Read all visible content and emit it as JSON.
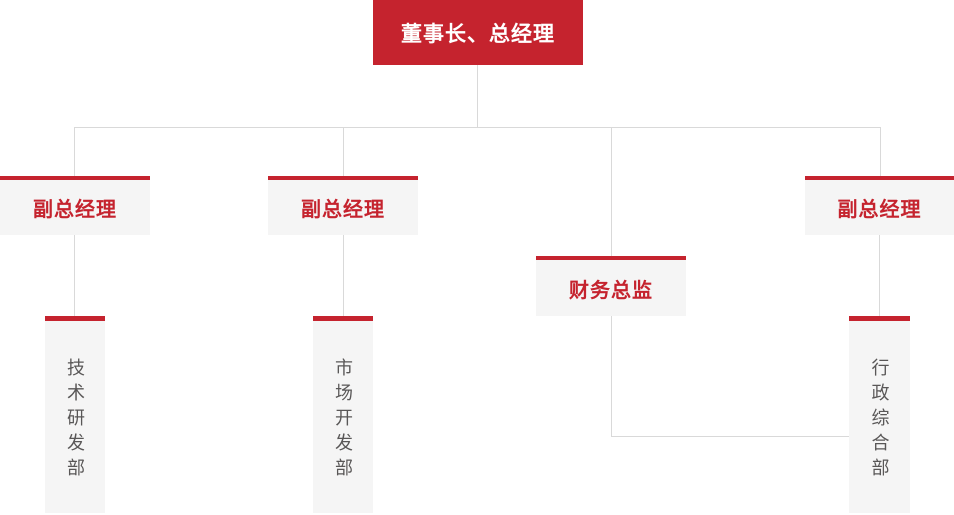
{
  "chart": {
    "type": "org-chart",
    "title_hint": "company organization structure"
  },
  "nodes": {
    "root": {
      "label": "董事长、总经理"
    },
    "vp_left": {
      "label": "副总经理"
    },
    "vp_mid": {
      "label": "副总经理"
    },
    "cfo": {
      "label": "财务总监"
    },
    "vp_right": {
      "label": "副总经理"
    },
    "dept_tech": {
      "label": "技术研发部"
    },
    "dept_market": {
      "label": "市场开发部"
    },
    "dept_admin": {
      "label": "行政综合部"
    }
  },
  "edges": [
    {
      "from": "root",
      "to": "vp_left"
    },
    {
      "from": "root",
      "to": "vp_mid"
    },
    {
      "from": "root",
      "to": "cfo"
    },
    {
      "from": "root",
      "to": "vp_right"
    },
    {
      "from": "vp_left",
      "to": "dept_tech"
    },
    {
      "from": "vp_mid",
      "to": "dept_market"
    },
    {
      "from": "vp_right",
      "to": "dept_admin"
    },
    {
      "from": "cfo",
      "to": "dept_admin"
    }
  ],
  "colors": {
    "accent_red": "#c5232e",
    "box_bg": "#f5f5f5",
    "line": "#d9d9d9",
    "dept_text": "#595757",
    "root_text": "#ffffff"
  }
}
